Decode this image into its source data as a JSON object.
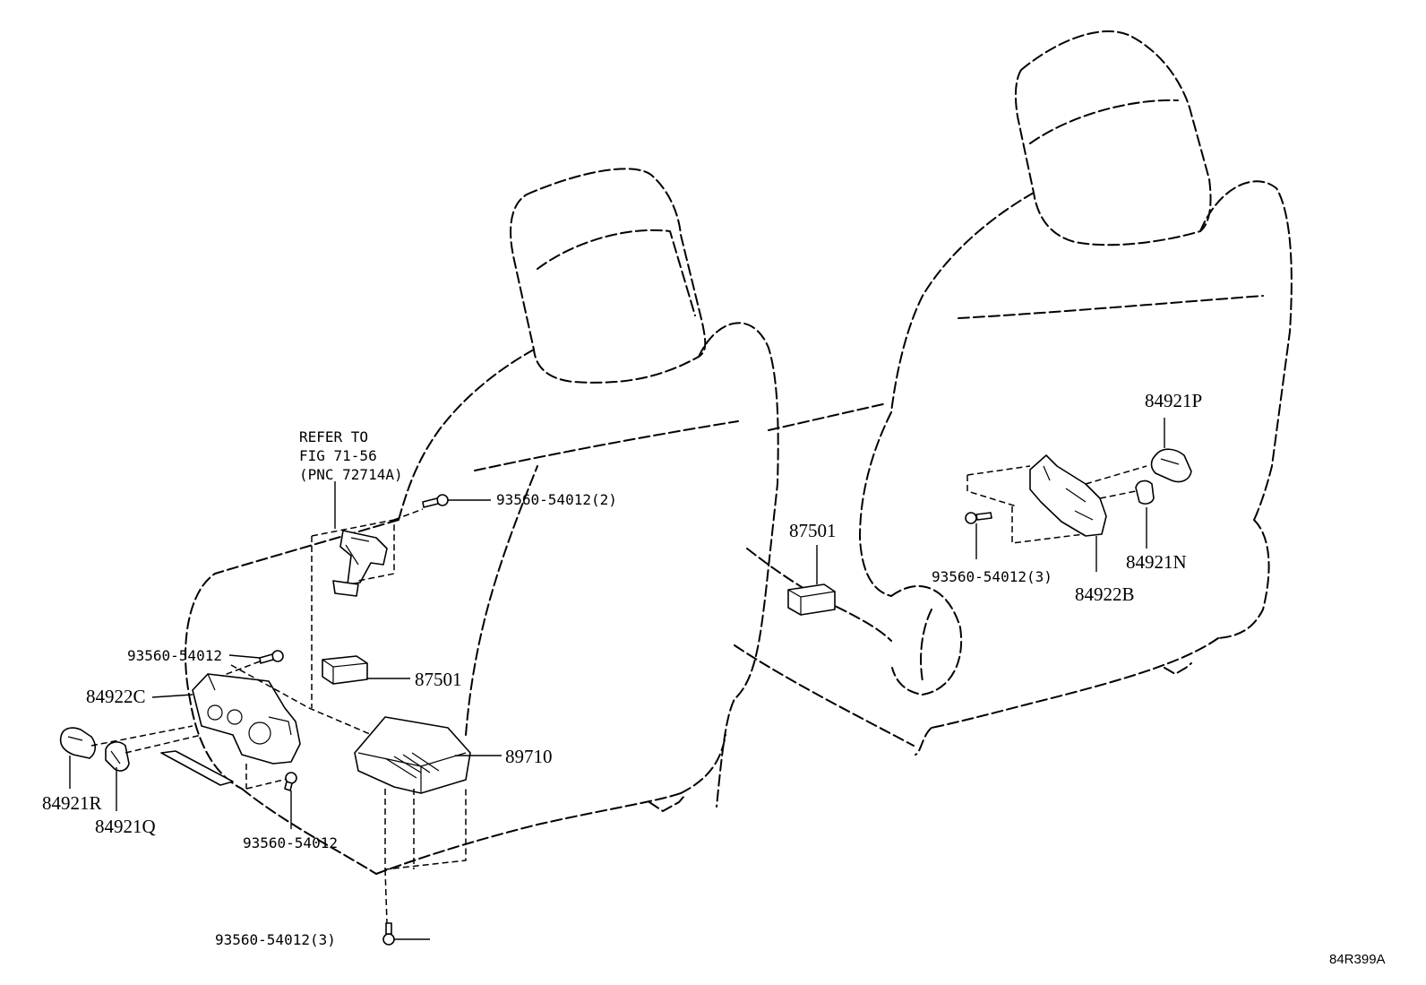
{
  "labels": {
    "refer_line1": "REFER TO",
    "refer_line2": "FIG 71-56",
    "refer_line3": "(PNC 72714A)",
    "bolt_top": "93560-54012(2)",
    "bolt_left_upper": "93560-54012",
    "bolt_left_lower": "93560-54012",
    "bolt_bottom": "93560-54012(3)",
    "bolt_right": "93560-54012(3)",
    "part_84922C": "84922C",
    "part_87501_left": "87501",
    "part_89710": "89710",
    "part_84921R": "84921R",
    "part_84921Q": "84921Q",
    "part_87501_right": "87501",
    "part_84921P": "84921P",
    "part_84921N": "84921N",
    "part_84922B": "84922B",
    "figure_code": "84R399A"
  }
}
